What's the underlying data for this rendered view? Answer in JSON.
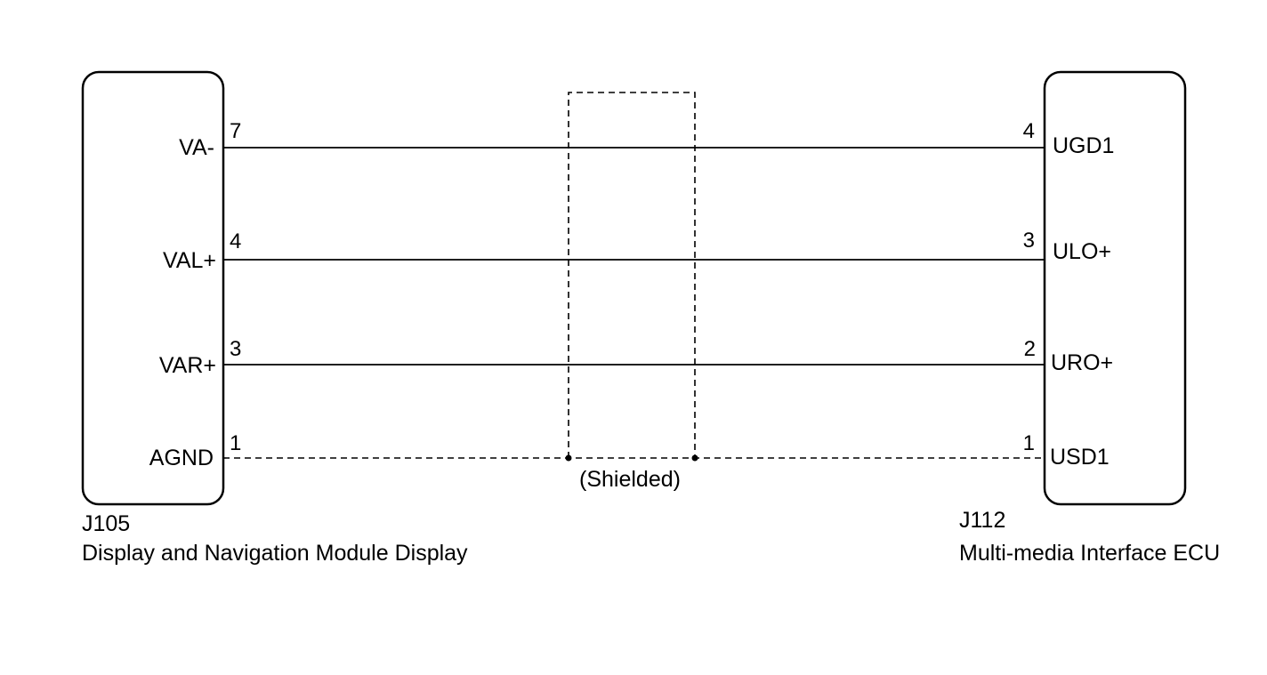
{
  "left_connector": {
    "id": "J105",
    "name": "Display and Navigation Module Display",
    "terminals": [
      {
        "label": "VA-",
        "pin": "7"
      },
      {
        "label": "VAL+",
        "pin": "4"
      },
      {
        "label": "VAR+",
        "pin": "3"
      },
      {
        "label": "AGND",
        "pin": "1"
      }
    ]
  },
  "right_connector": {
    "id": "J112",
    "name": "Multi-media Interface ECU",
    "terminals": [
      {
        "label": "UGD1",
        "pin": "4"
      },
      {
        "label": "ULO+",
        "pin": "3"
      },
      {
        "label": "URO+",
        "pin": "2"
      },
      {
        "label": "USD1",
        "pin": "1"
      }
    ]
  },
  "shield": {
    "label": "(Shielded)"
  },
  "colors": {
    "line": "#000000",
    "background": "#ffffff"
  }
}
